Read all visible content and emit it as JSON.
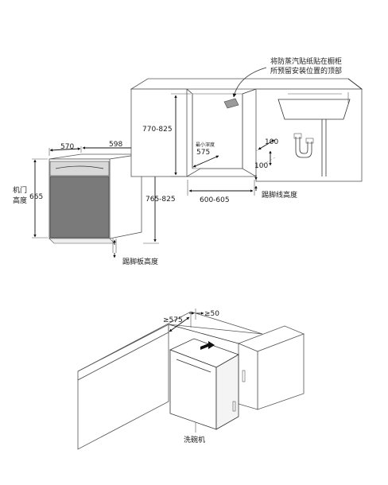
{
  "top_figure": {
    "dishwasher": {
      "depth_label": "570",
      "width_label": "598",
      "door_height_label": "665",
      "door_height_caption": [
        "机门",
        "高度"
      ],
      "height_range_label": "765-825",
      "kickboard_caption": "踢脚板高度"
    },
    "cabinet": {
      "cavity_height_label": "770-825",
      "min_depth_small_label": "最小深度",
      "min_depth_label": "575",
      "cavity_width_label": "600-605",
      "kick_h_label": "100",
      "kick_d_label": "100",
      "kick_caption": "踢脚线高度",
      "note_lines": [
        "将防蒸汽贴纸贴在橱柜",
        "所预留安装位置的顶部"
      ]
    }
  },
  "bottom_figure": {
    "depth_label": "≥575",
    "gap_label": "≥50",
    "appliance_caption": "洗碗机"
  }
}
